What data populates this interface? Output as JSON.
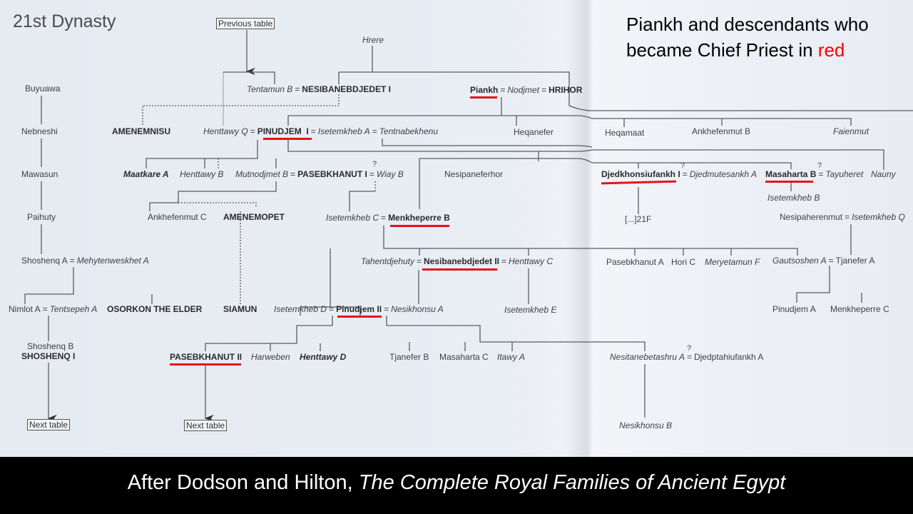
{
  "title": "21st Dynasty",
  "note": {
    "line1": "Piankh and descendants who",
    "line2_prefix": "became Chief Priest in ",
    "line2_red": "red"
  },
  "caption": {
    "prefix": "After Dodson and Hilton, ",
    "book": "The Complete Royal Families of Ancient Egypt"
  },
  "colors": {
    "highlight": "#e4141b",
    "caption_bg": "#000000"
  },
  "boxes": {
    "previous": "Previous table",
    "next_left": "Next table",
    "next_mid": "Next table"
  },
  "eq": "=",
  "uncertain": "?",
  "people": {
    "hrere": "Hrere",
    "tentamun_b": "Tentamun B",
    "nesibanebdjedet_i": "NESIBANEBDJEDET I",
    "piankh": "Piankh",
    "nodjmet": "Nodjmet",
    "hrihor": "HRIHOR",
    "buyuawa": "Buyuawa",
    "nebneshi": "Nebneshi",
    "mawasun": "Mawasun",
    "paihuty": "Paihuty",
    "shoshenq_a": "Shoshenq A",
    "mehytenweskhet_a": "Mehytenweskhet A",
    "nimlot_a": "Nimlot A",
    "tentsepeh_a": "Tentsepeh A",
    "osorkon_elder": "OSORKON THE ELDER",
    "shoshenq_b": "Shoshenq B",
    "shoshenq_i": "SHOSHENQ I",
    "amenemnisu": "AMENEMNISU",
    "henttawy_q": "Henttawy Q",
    "pinudjem_i": "PINUDJEM  I",
    "isetemkheb_a": "Isetemkheb A",
    "tentnabekhenu": "Tentnabekhenu",
    "heqanefer": "Heqanefer",
    "heqamaat": "Heqamaat",
    "ankhefenmut_b": "Ankhefenmut B",
    "faienmut": "Faienmut",
    "maatkare_a": "Maatkare A",
    "henttawy_b": "Henttawy B",
    "mutnodjmet_b": "Mutnodjmet B",
    "pasebkhanut_i": "PASEBKHANUT I",
    "wiay_b": "Wiay B",
    "nesipaneferhor": "Nesipaneferhor",
    "djedkhonsiufankh_i": "Djedkhonsiufankh I",
    "djedmutesankh_a": "Djedmutesankh A",
    "masaharta_b": "Masaharta B",
    "tayuheret": "Tayuheret",
    "nauny": "Nauny",
    "isetemkheb_b": "Isetemkheb B",
    "ankhefenmut_c": "Ankhefenmut C",
    "amenemopet": "AMENEMOPET",
    "isetemkheb_c": "Isetemkheb C",
    "menkheperre_b": "Menkheperre B",
    "x21f": "[...]21F",
    "nesipaherenmut": "Nesipaherenmut",
    "isetemkheb_q": "Isetemkheb Q",
    "tahentdjehuty": "Tahentdjehuty",
    "nesibanebdjedet_ii": "Nesibanebdjedet II",
    "henttawy_c": "Henttawy C",
    "pasebkhanut_a": "Pasebkhanut A",
    "hori_c": "Hori C",
    "meryetamun_f": "Meryetamun F",
    "gautsoshen_a": "Gautsoshen A",
    "tjanefer_a": "Tjanefer A",
    "siamun": "SIAMUN",
    "isetemkheb_d": "Isetemkheb D",
    "pinudjem_ii": "Pinudjem II",
    "nesikhonsu_a": "Nesikhonsu A",
    "isetemkheb_e": "Isetemkheb E",
    "pinudjem_a": "Pinudjem A",
    "menkheperre_c": "Menkheperre C",
    "pasebkhanut_ii": "PASEBKHANUT II",
    "harweben": "Harweben",
    "henttawy_d": "Henttawy D",
    "tjanefer_b": "Tjanefer B",
    "masaharta_c": "Masaharta C",
    "itawy_a": "Itawy A",
    "nesitanebetashru_a": "Nesitanebetashru A",
    "djedptahiufankh_a": "Djedptahiufankh A",
    "nesikhonsu_b": "Nesikhonsu B"
  }
}
